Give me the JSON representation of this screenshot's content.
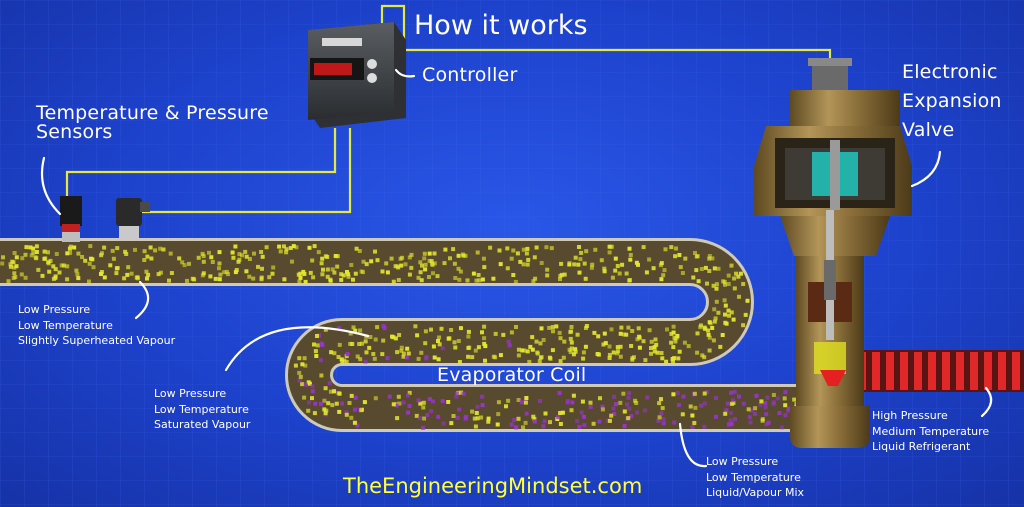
{
  "title": "How it works",
  "labels": {
    "controller": "Controller",
    "sensors": [
      "Temperature & Pressure",
      "Sensors"
    ],
    "valve": [
      "Electronic",
      "Expansion",
      "Valve"
    ],
    "coil": "Evaporator Coil",
    "state_superheated": [
      "Low Pressure",
      "Low Temperature",
      "Slightly Superheated Vapour"
    ],
    "state_saturated": [
      "Low Pressure",
      "Low Temperature",
      "Saturated Vapour"
    ],
    "state_mix": [
      "Low Pressure",
      "Low Temperature",
      "Liquid/Vapour Mix"
    ],
    "state_liquid": [
      "High Pressure",
      "Medium Temperature",
      "Liquid Refrigerant"
    ]
  },
  "brand": "TheEngineeringMindset.com",
  "colors": {
    "background": "#1f45d0",
    "grid": "#3e66ea",
    "signal_wire": "#e8e83a",
    "vapour_dot": "#e4e82c",
    "liquid_dot": "#9a34d0",
    "pipe": "#5a4a2c",
    "pipe_edge": "#c9c3b0",
    "hot_liquid": "#e02828",
    "valve_body": "#8a7040"
  },
  "icons": {
    "controller": "controller-unit-icon",
    "sensor": "pressure-sensor-icon",
    "valve": "expansion-valve-icon"
  }
}
